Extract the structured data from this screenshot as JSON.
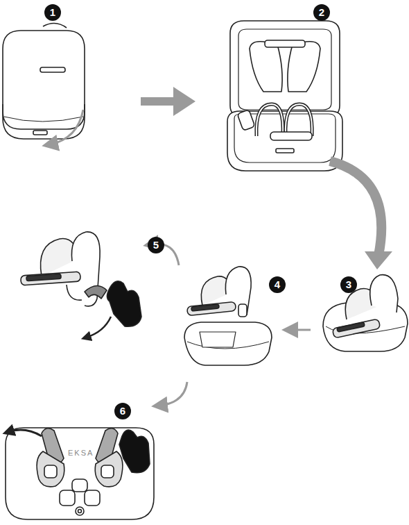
{
  "diagram": {
    "labels": [
      "1",
      "2",
      "3",
      "4",
      "5",
      "6",
      "EKSA"
    ]
  }
}
